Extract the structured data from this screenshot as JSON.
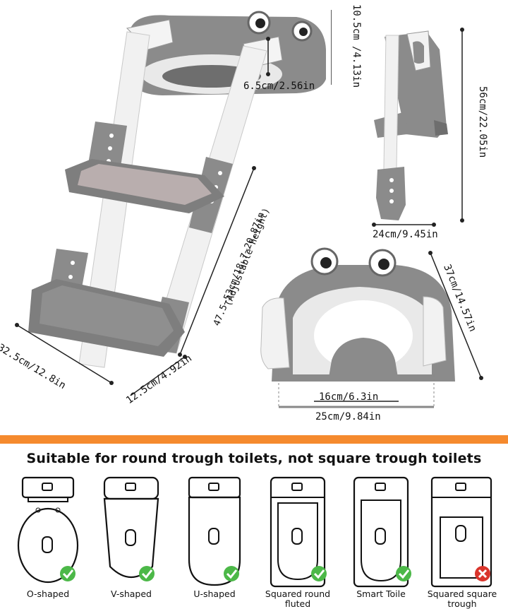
{
  "dimensions": {
    "lid_height": "10.5cm /4.13in",
    "seat_gap": "6.5cm/2.56in",
    "side_height": "56cm/22.05in",
    "side_depth": "24cm/9.45in",
    "ladder_height": "47.5~53cm/18.7~20.87in",
    "ladder_height_note": "(Adjustable height)",
    "base_width": "32.5cm/12.8in",
    "base_depth": "12.5cm/4.92in",
    "seat_length": "37cm/14.57in",
    "seat_inner": "16cm/6.3in",
    "seat_outer": "25cm/9.84in"
  },
  "compatibility": {
    "headline": "Suitable for round trough toilets, not square trough toilets",
    "types": [
      {
        "label": "O-shaped",
        "status": "check"
      },
      {
        "label": "V-shaped",
        "status": "check"
      },
      {
        "label": "U-shaped",
        "status": "check"
      },
      {
        "label": "Squared round fluted",
        "status": "check"
      },
      {
        "label": "Smart Toile",
        "status": "check"
      },
      {
        "label": "Squared square trough",
        "status": "cross"
      }
    ]
  },
  "colors": {
    "accent": "#f58a2e",
    "check": "#4cb848",
    "cross": "#d9342b",
    "product_gray": "#8a8a8a"
  }
}
